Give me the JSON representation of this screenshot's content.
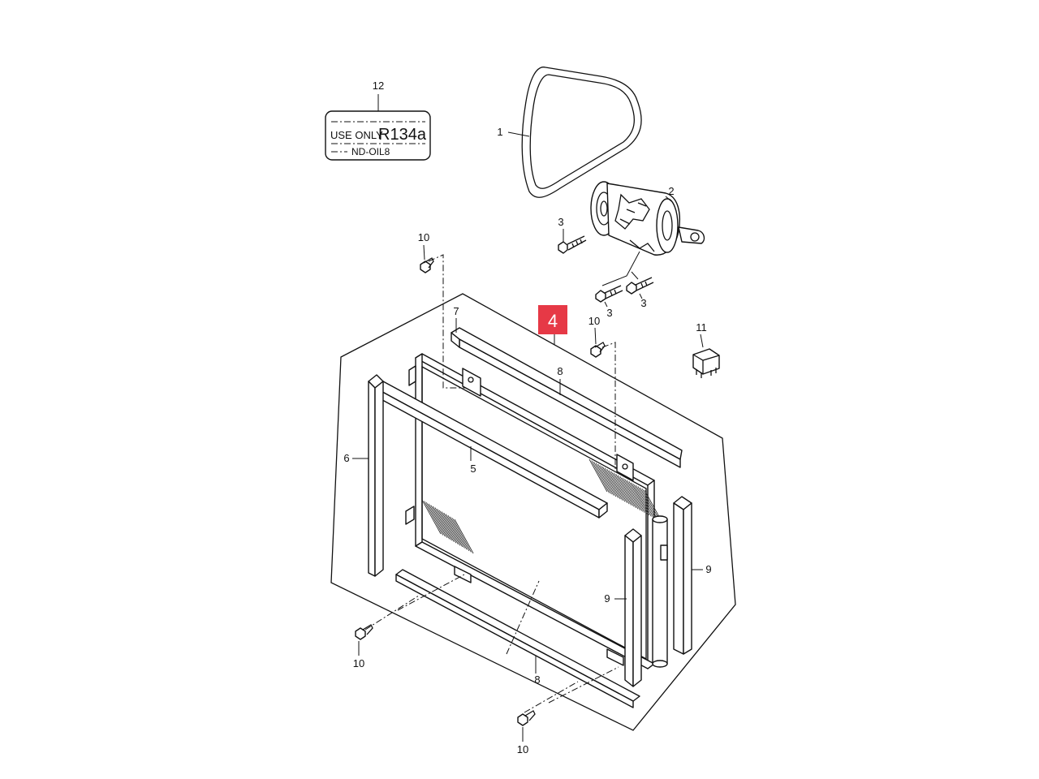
{
  "sticker": {
    "line1_small": "USE ONLY",
    "line1_big": "R134a",
    "line2": "ND-OIL8"
  },
  "highlight": {
    "number": "4",
    "color": "#e63946"
  },
  "callouts": {
    "c1": "1",
    "c2": "2",
    "c3a": "3",
    "c3b": "3",
    "c3c": "3",
    "c5": "5",
    "c6": "6",
    "c7": "7",
    "c8a": "8",
    "c8b": "8",
    "c9a": "9",
    "c9b": "9",
    "c10a": "10",
    "c10b": "10",
    "c10c": "10",
    "c10d": "10",
    "c11": "11",
    "c12": "12"
  },
  "icons": [
    "drive-belt",
    "ac-compressor",
    "bolt",
    "condenser",
    "relay",
    "refrigerant-label"
  ]
}
